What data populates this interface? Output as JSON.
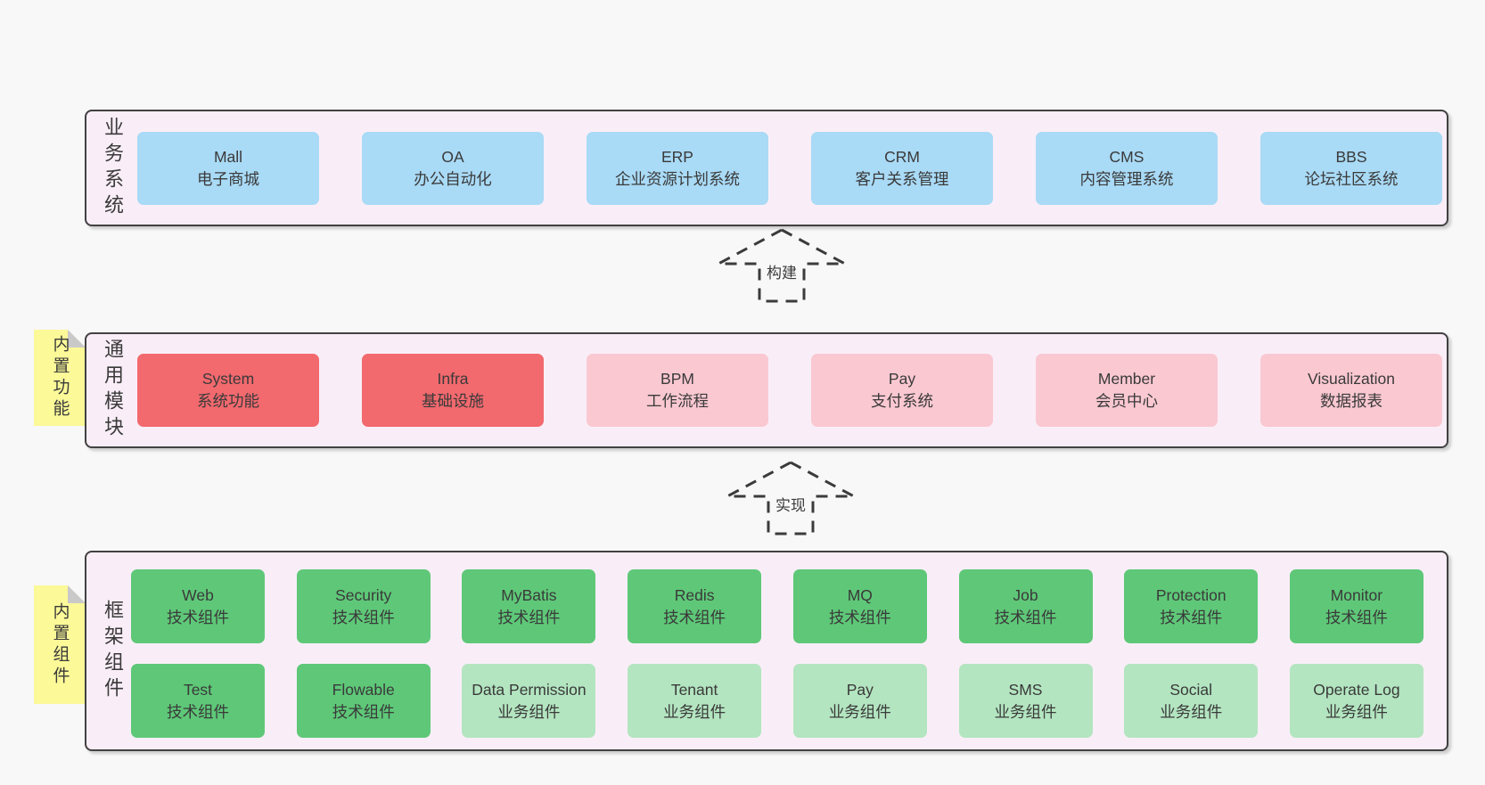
{
  "colors": {
    "page_bg": "#f8f8f8",
    "band_bg": "#f9eef7",
    "band_border": "#414141",
    "blue_box": "#a9daf6",
    "red_box": "#f2696e",
    "pink_box": "#fac8d1",
    "green_box": "#5ec878",
    "green_light_box": "#b3e5c0",
    "sticky_yellow": "#fbf998",
    "sticky_fold_gray": "#c9c9c9",
    "text": "#3a3a3a"
  },
  "arrows": [
    {
      "label": "构建"
    },
    {
      "label": "实现"
    }
  ],
  "bands": [
    {
      "label": "业务系统",
      "boxes": [
        {
          "en": "Mall",
          "zh": "电子商城"
        },
        {
          "en": "OA",
          "zh": "办公自动化"
        },
        {
          "en": "ERP",
          "zh": "企业资源计划系统"
        },
        {
          "en": "CRM",
          "zh": "客户关系管理"
        },
        {
          "en": "CMS",
          "zh": "内容管理系统"
        },
        {
          "en": "BBS",
          "zh": "论坛社区系统"
        }
      ]
    },
    {
      "label": "通用模块",
      "sticky": "内置功能",
      "boxes": [
        {
          "en": "System",
          "zh": "系统功能"
        },
        {
          "en": "Infra",
          "zh": "基础设施"
        },
        {
          "en": "BPM",
          "zh": "工作流程"
        },
        {
          "en": "Pay",
          "zh": "支付系统"
        },
        {
          "en": "Member",
          "zh": "会员中心"
        },
        {
          "en": "Visualization",
          "zh": "数据报表"
        }
      ]
    },
    {
      "label": "框架组件",
      "sticky": "内置组件",
      "rows": [
        [
          {
            "en": "Web",
            "zh": "技术组件"
          },
          {
            "en": "Security",
            "zh": "技术组件"
          },
          {
            "en": "MyBatis",
            "zh": "技术组件"
          },
          {
            "en": "Redis",
            "zh": "技术组件"
          },
          {
            "en": "MQ",
            "zh": "技术组件"
          },
          {
            "en": "Job",
            "zh": "技术组件"
          },
          {
            "en": "Protection",
            "zh": "技术组件"
          },
          {
            "en": "Monitor",
            "zh": "技术组件"
          }
        ],
        [
          {
            "en": "Test",
            "zh": "技术组件"
          },
          {
            "en": "Flowable",
            "zh": "技术组件"
          },
          {
            "en": "Data Permission",
            "zh": "业务组件"
          },
          {
            "en": "Tenant",
            "zh": "业务组件"
          },
          {
            "en": "Pay",
            "zh": "业务组件"
          },
          {
            "en": "SMS",
            "zh": "业务组件"
          },
          {
            "en": "Social",
            "zh": "业务组件"
          },
          {
            "en": "Operate Log",
            "zh": "业务组件"
          }
        ]
      ]
    }
  ]
}
